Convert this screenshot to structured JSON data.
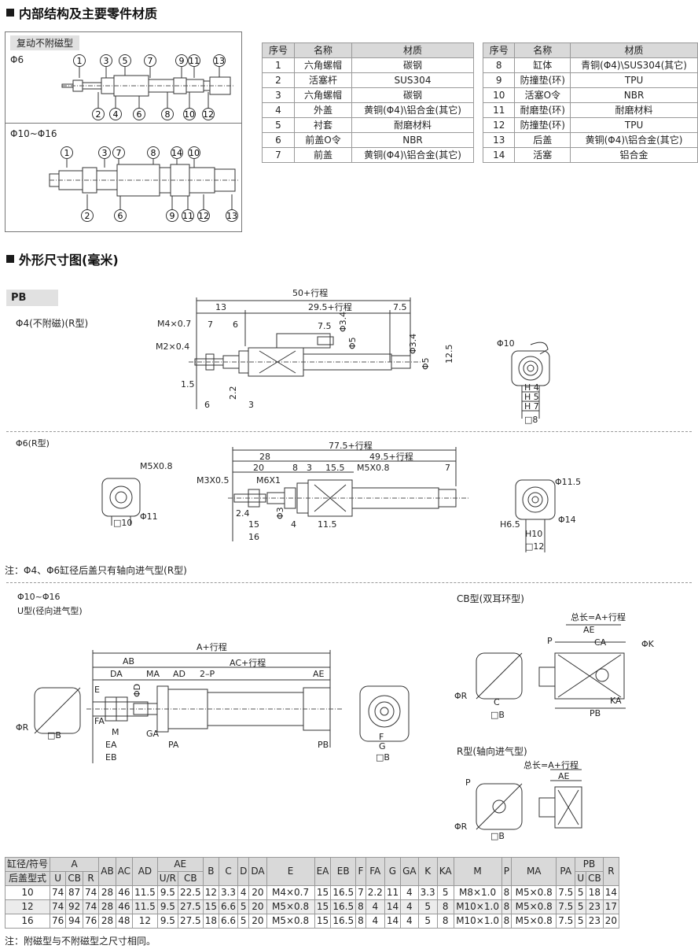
{
  "section1": {
    "title": "内部结构及主要零件材质"
  },
  "section2": {
    "title": "外形尺寸图(毫米)"
  },
  "structure_panel": {
    "tag": "复动不附磁型",
    "top_label": "Φ6",
    "bottom_label": "Φ10~Φ16",
    "top_callouts_up": [
      "1",
      "3",
      "5",
      "7",
      "9",
      "11",
      "13"
    ],
    "top_callouts_down": [
      "2",
      "4",
      "6",
      "8",
      "10",
      "12"
    ],
    "bottom_callouts_up": [
      "1",
      "3",
      "7",
      "8",
      "14",
      "10"
    ],
    "bottom_callouts_down": [
      "2",
      "6",
      "9",
      "11",
      "12",
      "13"
    ]
  },
  "materials": {
    "headers": [
      "序号",
      "名称",
      "材质"
    ],
    "left": [
      [
        "1",
        "六角螺帽",
        "碳钢"
      ],
      [
        "2",
        "活塞杆",
        "SUS304"
      ],
      [
        "3",
        "六角螺帽",
        "碳钢"
      ],
      [
        "4",
        "外盖",
        "黄铜(Φ4)\\铝合金(其它)"
      ],
      [
        "5",
        "衬套",
        "耐磨材料"
      ],
      [
        "6",
        "前盖O令",
        "NBR"
      ],
      [
        "7",
        "前盖",
        "黄铜(Φ4)\\铝合金(其它)"
      ]
    ],
    "right": [
      [
        "8",
        "缸体",
        "青铜(Φ4)\\SUS304(其它)"
      ],
      [
        "9",
        "防撞垫(环)",
        "TPU"
      ],
      [
        "10",
        "活塞O令",
        "NBR"
      ],
      [
        "11",
        "耐磨垫(环)",
        "耐磨材料"
      ],
      [
        "12",
        "防撞垫(环)",
        "TPU"
      ],
      [
        "13",
        "后盖",
        "黄铜(Φ4)\\铝合金(其它)"
      ],
      [
        "14",
        "活塞",
        "铝合金"
      ]
    ]
  },
  "pb": {
    "tag": "PB",
    "phi4": {
      "label": "Φ4(不附磁)(R型)",
      "dims": {
        "total": "50+行程",
        "d13": "13",
        "d29": "29.5+行程",
        "d75": "7.5",
        "m4": "M4×0.7",
        "m2": "M2×0.4",
        "d7": "7",
        "d6": "6",
        "d75b": "7.5",
        "p34": "Φ3.4",
        "p5": "Φ5",
        "p34b": "Φ3.4",
        "p5b": "Φ5",
        "d125": "12.5",
        "d15": "1.5",
        "d6b": "6",
        "d22": "2.2",
        "d3": "3",
        "phi10": "Φ10",
        "h4": "H 4",
        "h5": "H 5",
        "h7": "H 7",
        "sq8": "□8"
      }
    },
    "phi6": {
      "label": "Φ6(R型)",
      "dims": {
        "m5a": "M5X0.8",
        "phi11": "Φ11",
        "sq10": "□10",
        "total": "77.5+行程",
        "d28": "28",
        "d495": "49.5+行程",
        "d20": "20",
        "d8": "8",
        "d3": "3",
        "d155": "15.5",
        "m5b": "M5X0.8",
        "d7": "7",
        "m3": "M3X0.5",
        "m6": "M6X1",
        "d24": "2.4",
        "d15": "15",
        "p3": "Φ3",
        "d4": "4",
        "d115": "11.5",
        "d16": "16",
        "phi115": "Φ11.5",
        "phi14": "Φ14",
        "h65": "H6.5",
        "h10": "H10",
        "sq12": "□12"
      }
    },
    "note1": "注：Φ4、Φ6缸径后盖只有轴向进气型(R型)",
    "phi10_16": {
      "label1": "Φ10~Φ16",
      "label2": "U型(径向进气型)",
      "dims": {
        "a": "A+行程",
        "ab": "AB",
        "ac": "AC+行程",
        "da": "DA",
        "ma": "MA",
        "ad": "AD",
        "p2": "2–P",
        "ae": "AE",
        "e": "E",
        "phid": "ΦD",
        "fa": "FA",
        "m": "M",
        "ga": "GA",
        "pa": "PA",
        "pb": "PB",
        "ea": "EA",
        "eb": "EB",
        "phir": "ΦR",
        "b": "□B",
        "f": "F",
        "g": "G"
      }
    },
    "cb": {
      "title": "CB型(双耳环型)",
      "dims": {
        "total": "总长=A+行程",
        "ae": "AE",
        "ca": "CA",
        "p": "P",
        "phik": "ΦK",
        "phir": "ΦR",
        "c": "C",
        "b": "□B",
        "ka": "KA",
        "pb": "PB"
      }
    },
    "r": {
      "title": "R型(轴向进气型)",
      "dims": {
        "total": "总长=A+行程",
        "ae": "AE",
        "p": "P",
        "phir": "ΦR",
        "b": "□B"
      }
    }
  },
  "dim_table": {
    "header1": [
      "缸径/符号",
      "A",
      "AB",
      "AC",
      "AD",
      "AE",
      "B",
      "C",
      "D",
      "DA",
      "E",
      "EA",
      "EB",
      "F",
      "FA",
      "G",
      "GA",
      "K",
      "KA",
      "M",
      "P",
      "MA",
      "PA",
      "PB",
      "R"
    ],
    "header2": [
      "后盖型式",
      "U",
      "CB",
      "R",
      "U/R",
      "CB",
      "U",
      "CB"
    ],
    "rows": [
      [
        "10",
        "74",
        "87",
        "74",
        "28",
        "46",
        "11.5",
        "9.5",
        "22.5",
        "12",
        "3.3",
        "4",
        "20",
        "M4×0.7",
        "15",
        "16.5",
        "7",
        "2.2",
        "11",
        "4",
        "3.3",
        "5",
        "M8×1.0",
        "8",
        "M5×0.8",
        "7.5",
        "5",
        "18",
        "14"
      ],
      [
        "12",
        "74",
        "92",
        "74",
        "28",
        "46",
        "11.5",
        "9.5",
        "27.5",
        "15",
        "6.6",
        "5",
        "20",
        "M5×0.8",
        "15",
        "16.5",
        "8",
        "4",
        "14",
        "4",
        "5",
        "8",
        "M10×1.0",
        "8",
        "M5×0.8",
        "7.5",
        "5",
        "23",
        "17"
      ],
      [
        "16",
        "76",
        "94",
        "76",
        "28",
        "48",
        "12",
        "9.5",
        "27.5",
        "18",
        "6.6",
        "5",
        "20",
        "M5×0.8",
        "15",
        "16.5",
        "8",
        "4",
        "14",
        "4",
        "5",
        "8",
        "M10×1.0",
        "8",
        "M5×0.8",
        "7.5",
        "5",
        "23",
        "20"
      ]
    ]
  },
  "note2": "注：附磁型与不附磁型之尺寸相同。"
}
